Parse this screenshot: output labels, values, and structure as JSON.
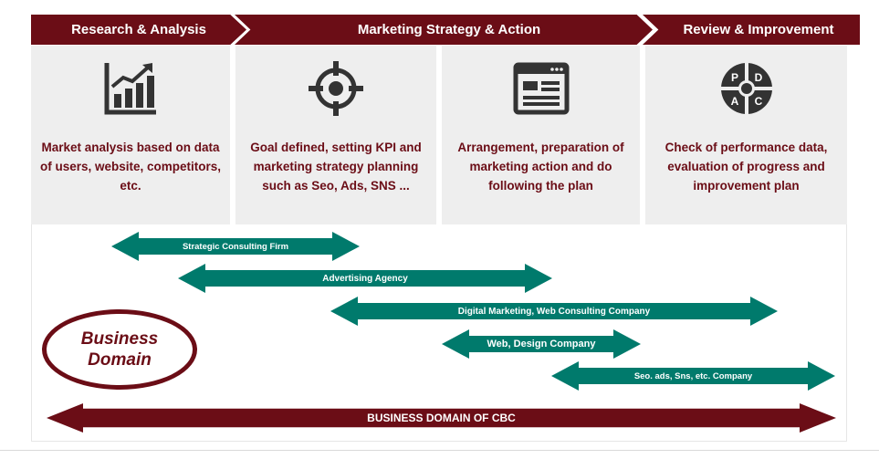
{
  "header": {
    "phase1": "Research & Analysis",
    "phase2": "Marketing Strategy & Action",
    "phase3": "Review & Improvement"
  },
  "cards": [
    {
      "icon": "bar-chart-growth-icon",
      "desc": "Market analysis based on data of users, website, competitors, etc."
    },
    {
      "icon": "target-crosshair-icon",
      "desc": "Goal defined, setting KPI and marketing strategy planning such as Seo, Ads, SNS ..."
    },
    {
      "icon": "browser-window-icon",
      "desc": "Arrangement, preparation of marketing action and do following the plan"
    },
    {
      "icon": "pdca-cycle-icon",
      "desc": "Check of performance data, evaluation of progress and improvement plan",
      "pdca": [
        "P",
        "D",
        "A",
        "C"
      ]
    }
  ],
  "domain": {
    "label_line1": "Business",
    "label_line2": "Domain",
    "arrows": [
      "Strategic Consulting Firm",
      "Advertising Agency",
      "Digital Marketing, Web Consulting Company",
      "Web, Design Company",
      "Seo. ads, Sns, etc. Company"
    ],
    "cbc_label": "BUSINESS DOMAIN OF CBC"
  },
  "colors": {
    "brand": "#6b0d16",
    "teal": "#007a6c",
    "card_bg": "#eeeeee",
    "icon": "#333333"
  }
}
